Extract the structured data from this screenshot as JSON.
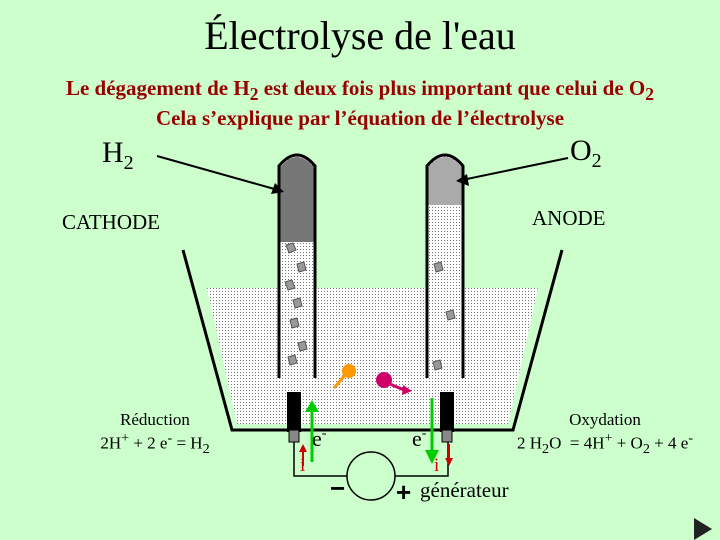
{
  "title": "Électrolyse de l'eau",
  "subtitle": {
    "line1_a": "Le dégagement de H",
    "line1_sub_a": "2",
    "line1_b": " est deux fois plus important que celui de O",
    "line1_sub_b": "2",
    "line2": "Cela s’explique par l’équation de l’électrolyse"
  },
  "gases": {
    "h2_main": "H",
    "h2_sub": "2",
    "o2_main": "O",
    "o2_sub": "2"
  },
  "electrodes": {
    "cathode": "CATHODE",
    "anode": "ANODE"
  },
  "reactions": {
    "reduction_title": "Réduction",
    "reduction_eq_a": "2H",
    "reduction_sup_a": "+",
    "reduction_eq_b": " + 2 e",
    "reduction_sup_b": "-",
    "reduction_eq_c": " = H",
    "reduction_sub_c": "2",
    "oxydation_title": "Oxydation",
    "oxy_a": "2 H",
    "oxy_sub_a": "2",
    "oxy_b": "O  = 4H",
    "oxy_sup_b": "+",
    "oxy_c": " + O",
    "oxy_sub_c": "2",
    "oxy_d": " + 4 e",
    "oxy_sup_d": "-"
  },
  "circuit": {
    "electron_left": "e",
    "electron_left_sup": "-",
    "electron_right": "e",
    "electron_right_sup": "-",
    "current_left": "i",
    "current_right": "i",
    "minus": "−",
    "plus": "+",
    "generator": "générateur"
  },
  "colors": {
    "background": "#ccffcc",
    "subtitle": "#990000",
    "electron_arrow": "#00cc00",
    "current_arrow": "#cc0000",
    "ion_orange": "#ff9900",
    "ion_magenta": "#cc0066"
  },
  "icons": {
    "next": "play-triangle-icon"
  }
}
